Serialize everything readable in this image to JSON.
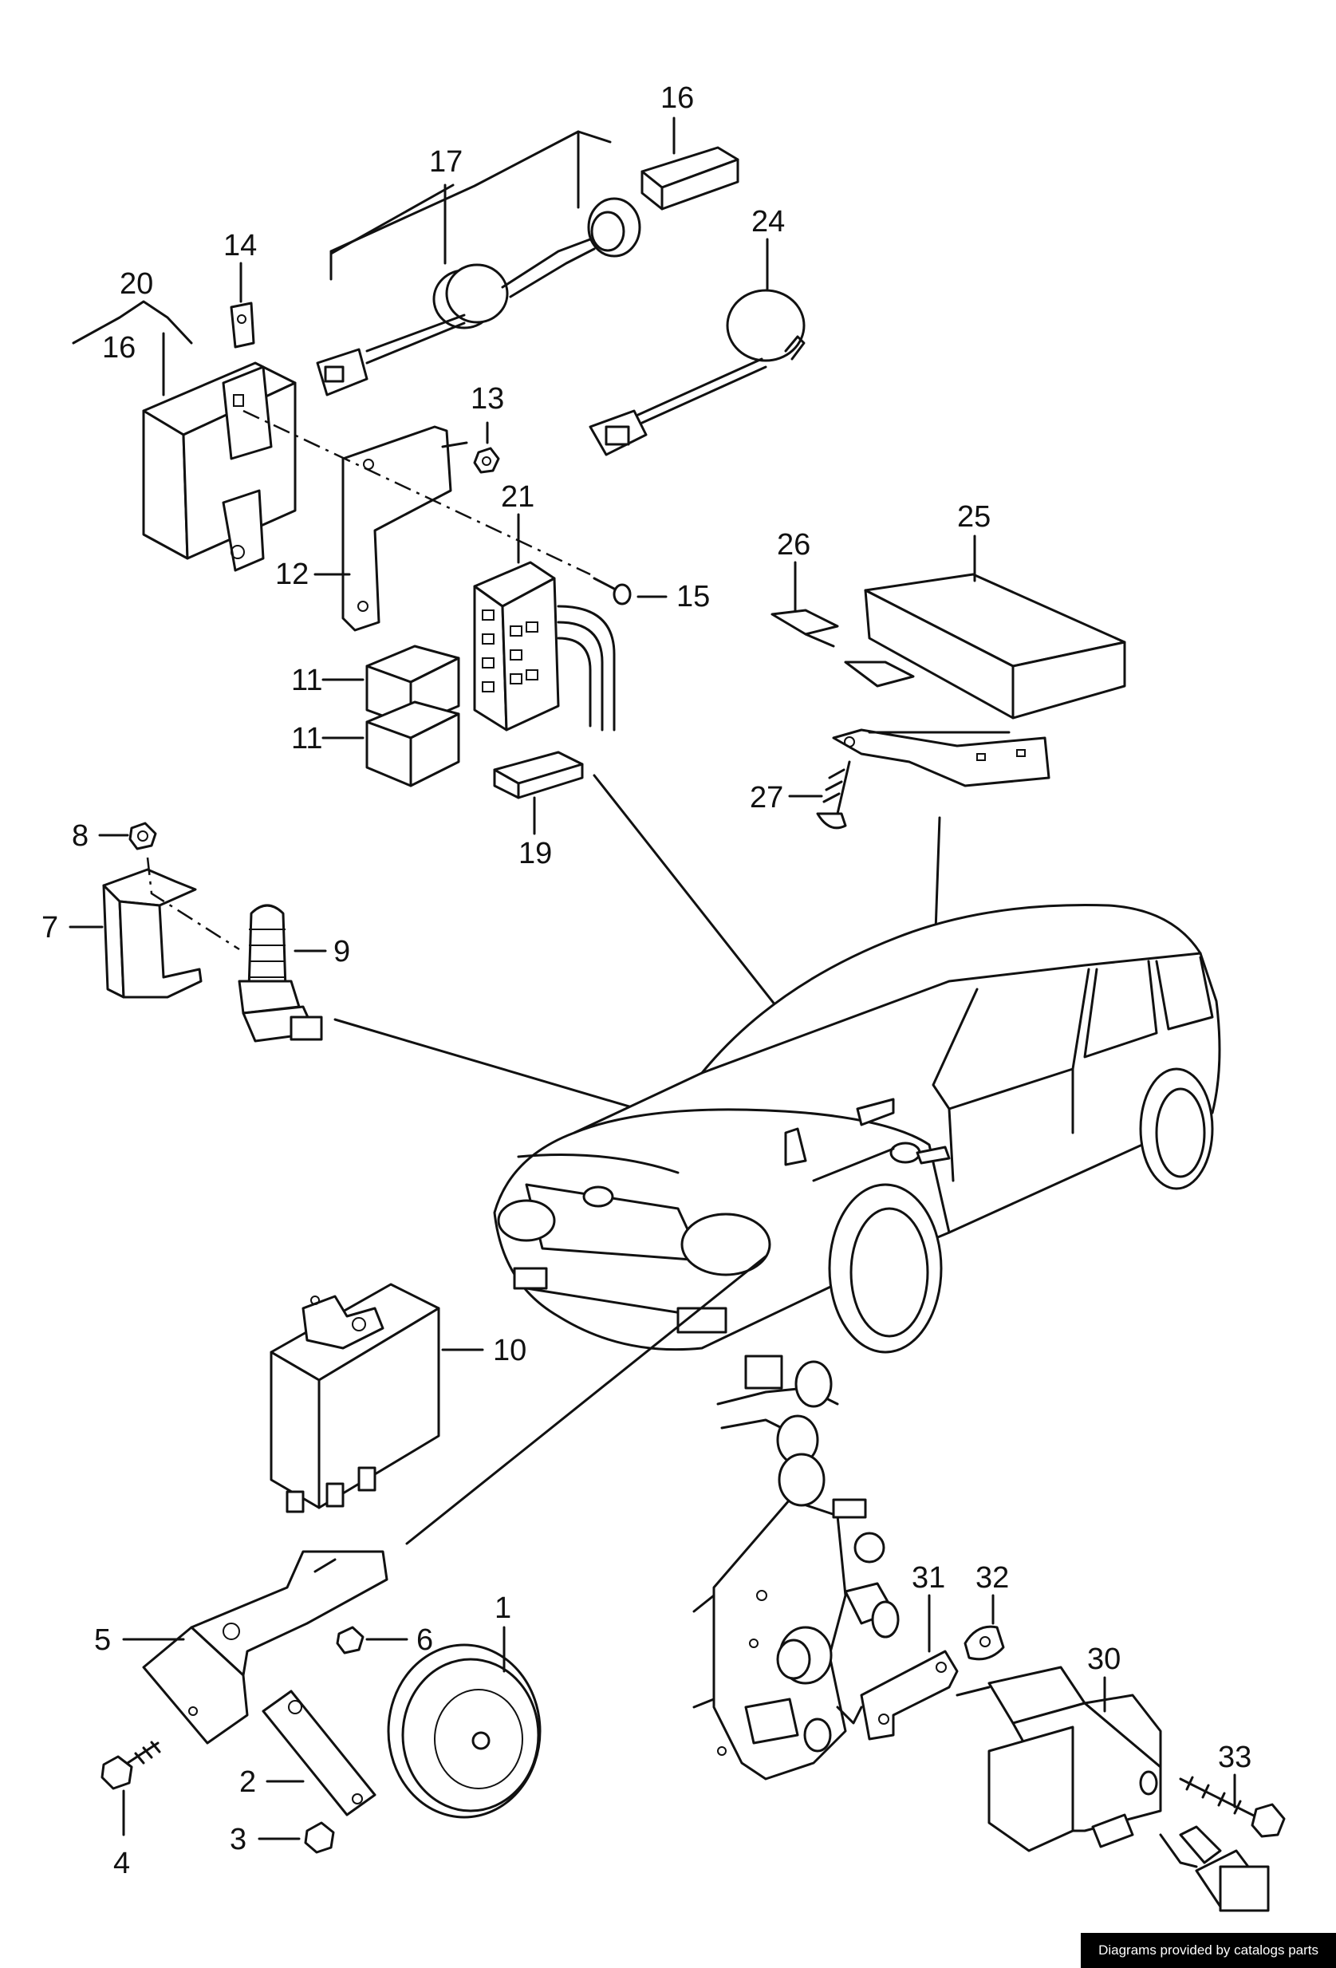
{
  "callouts": {
    "c1": "1",
    "c2": "2",
    "c3": "3",
    "c4": "4",
    "c5": "5",
    "c6": "6",
    "c7": "7",
    "c8": "8",
    "c9": "9",
    "c10": "10",
    "c11a": "11",
    "c11b": "11",
    "c12": "12",
    "c13": "13",
    "c14": "14",
    "c15": "15",
    "c16a": "16",
    "c16b": "16",
    "c17": "17",
    "c19": "19",
    "c20": "20",
    "c21": "21",
    "c24": "24",
    "c25": "25",
    "c26": "26",
    "c27": "27",
    "c30": "30",
    "c31": "31",
    "c32": "32",
    "c33": "33"
  },
  "footer": {
    "credit": "Diagrams provided by catalogs parts"
  }
}
